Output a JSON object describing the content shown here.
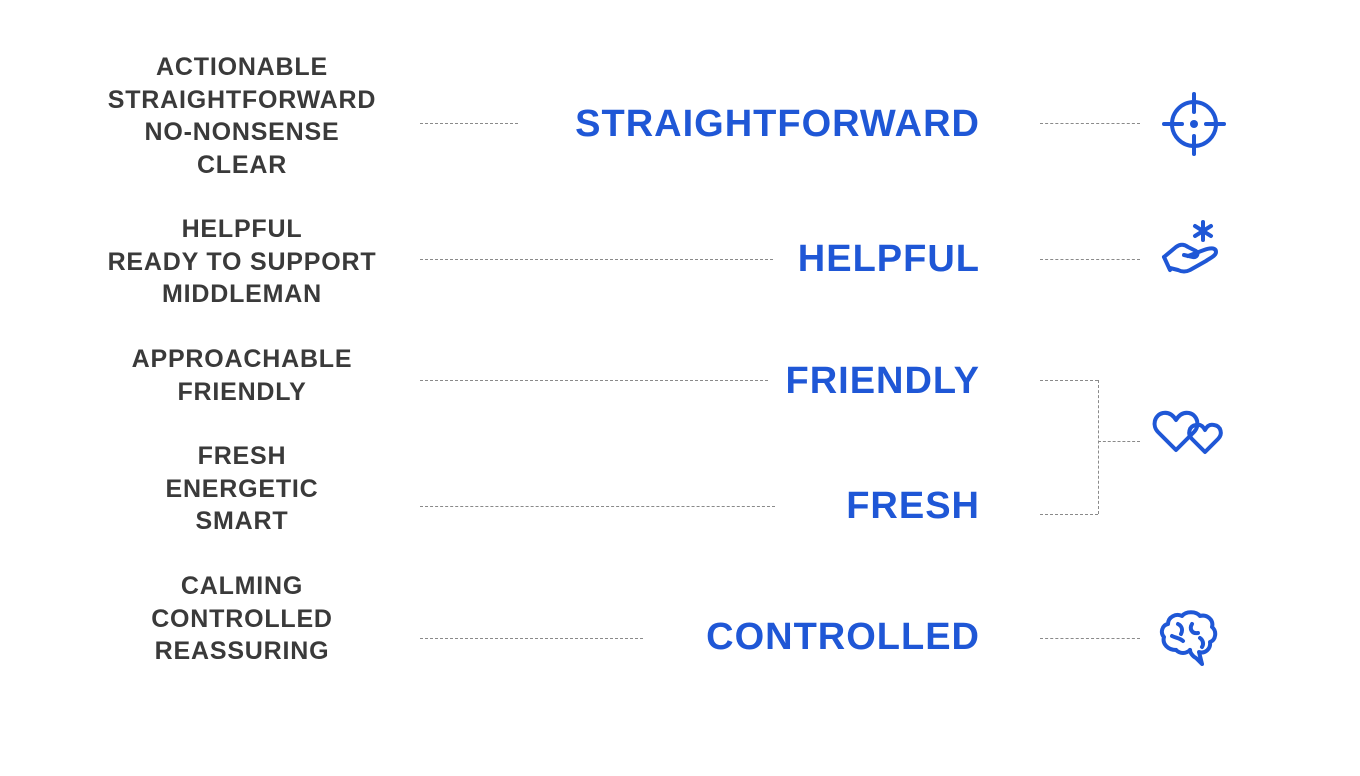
{
  "rows": [
    {
      "attributes": [
        "ACTIONABLE",
        "STRAIGHTFORWARD",
        "NO-NONSENSE",
        "CLEAR"
      ],
      "value": "STRAIGHTFORWARD",
      "icon": "target-crosshair-icon"
    },
    {
      "attributes": [
        "HELPFUL",
        "READY TO SUPPORT",
        "MIDDLEMAN"
      ],
      "value": "HELPFUL",
      "icon": "hand-with-sparkle-icon"
    },
    {
      "attributes": [
        "APPROACHABLE",
        "FRIENDLY"
      ],
      "value": "FRIENDLY",
      "icon": "two-hearts-icon"
    },
    {
      "attributes": [
        "FRESH",
        "ENERGETIC",
        "SMART"
      ],
      "value": "FRESH",
      "icon": "two-hearts-icon"
    },
    {
      "attributes": [
        "CALMING",
        "CONTROLLED",
        "REASSURING"
      ],
      "value": "CONTROLLED",
      "icon": "brain-icon"
    }
  ],
  "colors": {
    "accent": "#1f57d6",
    "text": "#3a3a3a",
    "connector": "#8a8a8a"
  }
}
